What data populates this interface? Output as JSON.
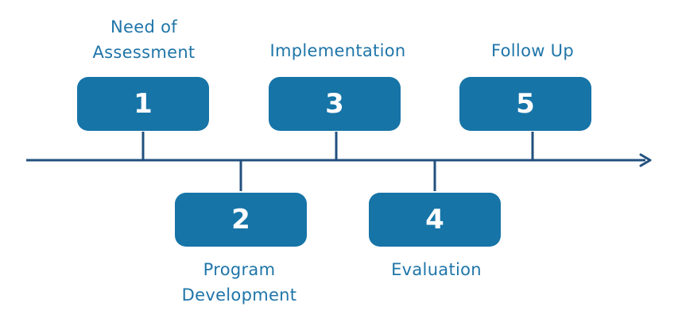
{
  "colors": {
    "accent": "#1674a7",
    "line": "#22507e",
    "label": "#1f75a9"
  },
  "steps": [
    {
      "number": "1",
      "label_line1": "Need of",
      "label_line2": "Assessment"
    },
    {
      "number": "2",
      "label_line1": "Program",
      "label_line2": "Development"
    },
    {
      "number": "3",
      "label_line1": "Implementation",
      "label_line2": ""
    },
    {
      "number": "4",
      "label_line1": "Evaluation",
      "label_line2": ""
    },
    {
      "number": "5",
      "label_line1": "Follow Up",
      "label_line2": ""
    }
  ]
}
